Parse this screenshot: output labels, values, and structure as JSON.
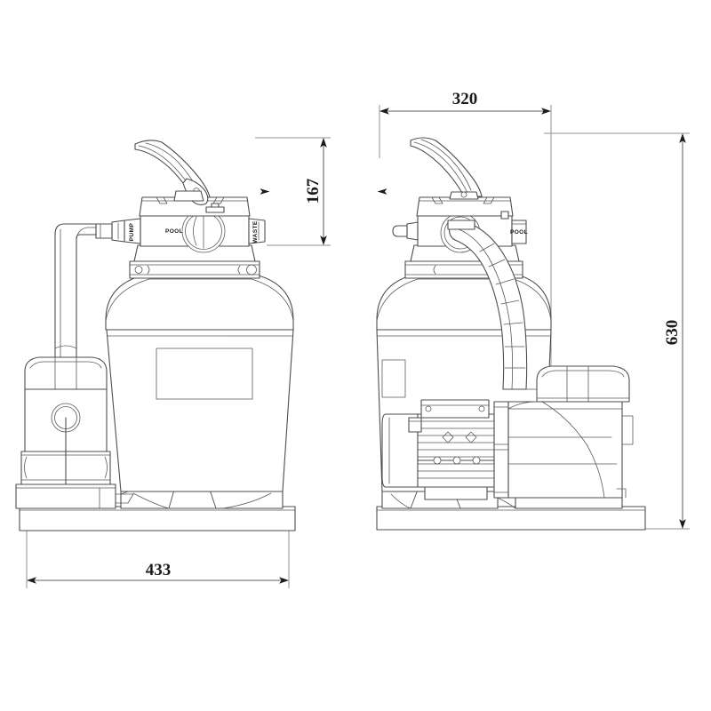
{
  "drawing": {
    "title": "Pool sand filter pump system dimensional drawing",
    "background_color": "#ffffff",
    "line_color": "#4d4d4d",
    "dim_line_color": "#808080",
    "text_color": "#1a1a1a"
  },
  "dimensions": {
    "height_valve": {
      "value": "167",
      "orientation": "vertical",
      "position": "left-unit-top-right"
    },
    "width_top": {
      "value": "320",
      "orientation": "horizontal",
      "position": "right-unit-top"
    },
    "height_total": {
      "value": "630",
      "orientation": "vertical",
      "position": "right-unit-far-right"
    },
    "width_base": {
      "value": "433",
      "orientation": "horizontal",
      "position": "left-unit-bottom"
    }
  },
  "views": {
    "front": {
      "name": "front-view",
      "valve_ports": [
        {
          "label": "PUMP",
          "rotation": -90
        },
        {
          "label": "POOL",
          "rotation": 0
        },
        {
          "label": "WASTE",
          "rotation": -90
        }
      ],
      "label_plate": ""
    },
    "side": {
      "name": "side-view",
      "valve_ports": [
        {
          "label": "POOL",
          "rotation": 0
        }
      ]
    }
  }
}
